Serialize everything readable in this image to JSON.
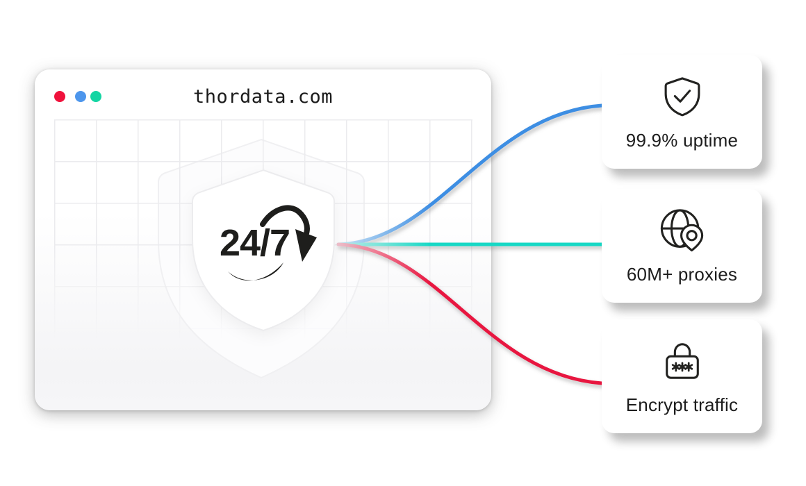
{
  "window": {
    "title": "thordata.com",
    "traffic_lights": [
      {
        "name": "close",
        "color": "#F0123C"
      },
      {
        "name": "minimize",
        "color": "#4D96EC"
      },
      {
        "name": "expand",
        "color": "#14D5A3"
      }
    ],
    "badge": {
      "label": "24/7",
      "icon": "rotating-arrow-orbit-icon"
    }
  },
  "features": [
    {
      "label": "99.9% uptime",
      "icon": "shield-check-icon",
      "line_color": "#3E8EE3",
      "line_color_light": "#BCDCF4"
    },
    {
      "label": "60M+ proxies",
      "icon": "globe-location-icon",
      "line_color": "#14D8C5",
      "line_color_light": "#BBEFE9"
    },
    {
      "label": "Encrypt traffic",
      "icon": "lock-password-icon",
      "line_color": "#E8143F",
      "line_color_light": "#F5B3C1"
    }
  ],
  "colors": {
    "ink": "#1E1E1C",
    "card_background": "#FFFFFF",
    "grid_line": "#EBEBEE",
    "window_wash": "#F6F6F8"
  }
}
